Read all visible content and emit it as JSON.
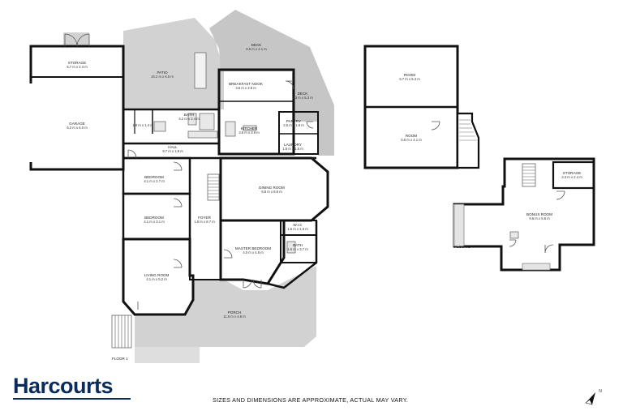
{
  "brand": {
    "name": "Harcourts",
    "accent": "#0b2c5a"
  },
  "disclaimer": "SIZES AND DIMENSIONS ARE APPROXIMATE, ACTUAL MAY VARY.",
  "floor1": {
    "label": "FLOOR 1",
    "rooms": [
      {
        "name": "STORAGE",
        "dim": "5.7 m x 2.4 m"
      },
      {
        "name": "GARAGE",
        "dim": "6.2 m x 6.0 m"
      },
      {
        "name": "PATIO",
        "dim": "10.2 m x 6.5 m"
      },
      {
        "name": "DECK",
        "dim": "6.5 m x 4.1 m"
      },
      {
        "name": "BREAKFAST NOOK",
        "dim": "3.6 m x 2.5 m"
      },
      {
        "name": "DECK",
        "dim": "3.3 m x 5.3 m"
      },
      {
        "name": "BATH",
        "dim": "4.2 m x 2.4 m"
      },
      {
        "name": "",
        "dim": "1.8 m x 1.4 m"
      },
      {
        "name": "KITCHEN",
        "dim": "3.6 m x 3.9 m"
      },
      {
        "name": "PANTRY",
        "dim": "2.5 m x 1.8 m"
      },
      {
        "name": "HALL",
        "dim": "9.7 m x 1.9 m"
      },
      {
        "name": "LAUNDRY",
        "dim": "1.8 m x 1.5 m"
      },
      {
        "name": "BEDROOM",
        "dim": "4.1 m x 2.7 m"
      },
      {
        "name": "DINING ROOM",
        "dim": "6.8 m x 6.5 m"
      },
      {
        "name": "BEDROOM",
        "dim": "4.1 m x 3.1 m"
      },
      {
        "name": "FOYER",
        "dim": "1.9 m x 8.7 m"
      },
      {
        "name": "W.I.C",
        "dim": "1.6 m x 1.0 m"
      },
      {
        "name": "MASTER BEDROOM",
        "dim": "4.0 m x 4.8 m"
      },
      {
        "name": "BATH",
        "dim": "1.6 m x 3.7 m"
      },
      {
        "name": "LIVING ROOM",
        "dim": "4.1 m x 5.2 m"
      },
      {
        "name": "PORCH",
        "dim": "11.6 m x 4.8 m"
      }
    ]
  },
  "upper": {
    "rooms": [
      {
        "name": "ROOM",
        "dim": "5.7 m x 5.3 m"
      },
      {
        "name": "ROOM",
        "dim": "5.8 m x 4.1 m"
      }
    ]
  },
  "floor2": {
    "label": "FLOOR 2",
    "rooms": [
      {
        "name": "STORAGE",
        "dim": "2.3 m x 2.4 m"
      },
      {
        "name": "BONUS ROOM",
        "dim": "9.6 m x 5.6 m"
      }
    ]
  },
  "colors": {
    "wall": "#111111",
    "outdoor": "#d2d2d2",
    "deck": "#c2c2c2",
    "fixture": "#bdbdbd"
  }
}
